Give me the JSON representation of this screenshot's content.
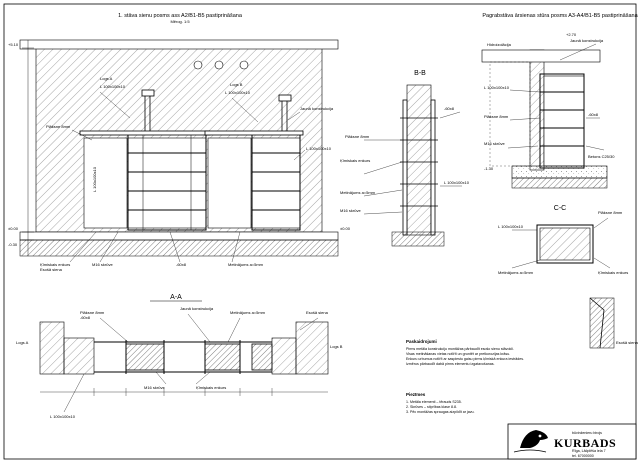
{
  "titles": {
    "elevation": "1. stāva sienu posms ass A2/B1-B5 pastiprināšana",
    "scale": "Mērog. 1:5",
    "wall_detail": "Pagrabstāva ārsienas stūra posms A3-A4/B1-B5 pastiprināšana",
    "section_bb": "B-B",
    "section_aa": "A-A",
    "section_cc": "C-C"
  },
  "levels": {
    "l1": "+5.10",
    "l2": "+2.70",
    "l3": "±0.00",
    "l4": "-0.30",
    "l5": "-1.30"
  },
  "labels": {
    "cols": [
      "L 100x100x10",
      "L 100x100x10",
      "L 100x100x10",
      "L 100x100x10"
    ],
    "plate": "Plāksne 8mm",
    "weld": "Metinājums a=5mm",
    "bolt": "M16 skrūve",
    "anchor": "Ķīmiskais enkurs",
    "strip": "-60x8",
    "opening_a": "Logs A",
    "opening_b": "Logs B",
    "existing": "Esošā siena",
    "new": "Jaunā konstrukcija",
    "concrete": "Betons C25/30",
    "waterproof": "Hidroizolācija"
  },
  "notes": {
    "head1": "Paskaidrojumi",
    "lines1": [
      "Pirms metāla konstrukciju montāžas pārbaudīt esošo sienu stāvokli.",
      "Visas metināšanas vietas notīrīt un gruntēt ar pretkorozijas krāsu.",
      "Enkuru urbumus notīrīt ar saspiestu gaisu pirms ķīmiskā enkura iestrādes.",
      "Izmērus pārbaudīt dabā pirms elementu izgatavošanas."
    ],
    "head2": "Piezīmes",
    "lines2": [
      "1. Metāla elementi – tērauds S235.",
      "2. Skrūves – stiprības klase 8.8.",
      "3. Pēc montāžas spraugas aizpildīt ar javu."
    ]
  },
  "titleblock": {
    "brand": "KURBADS",
    "tagline": "būvinženieru birojs",
    "address": "Rīga, Lāčplēša iela 7",
    "contact": "tel. 67000000"
  }
}
